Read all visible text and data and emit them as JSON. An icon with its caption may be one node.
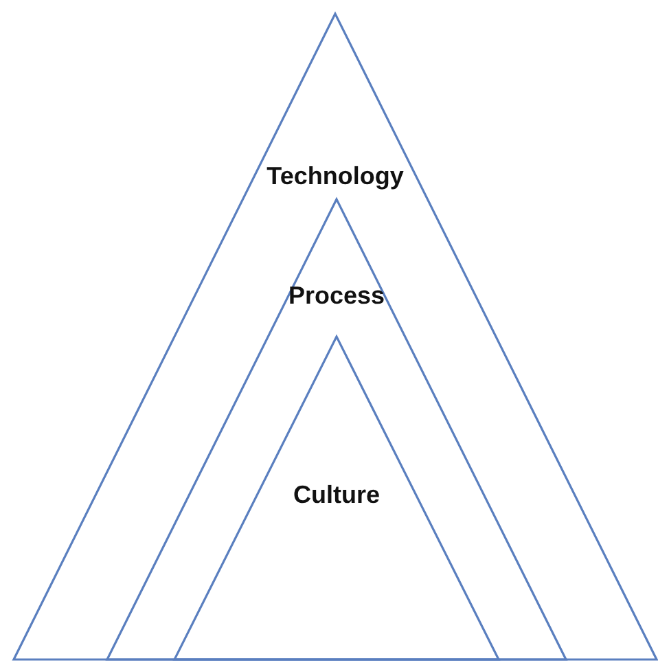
{
  "diagram": {
    "nodes": [
      {
        "text": [
          "Technology"
        ]
      },
      {
        "text": [
          "Process"
        ],
        "in": 0
      },
      {
        "text": [
          "Culture"
        ],
        "in": 1
      }
    ]
  }
}
